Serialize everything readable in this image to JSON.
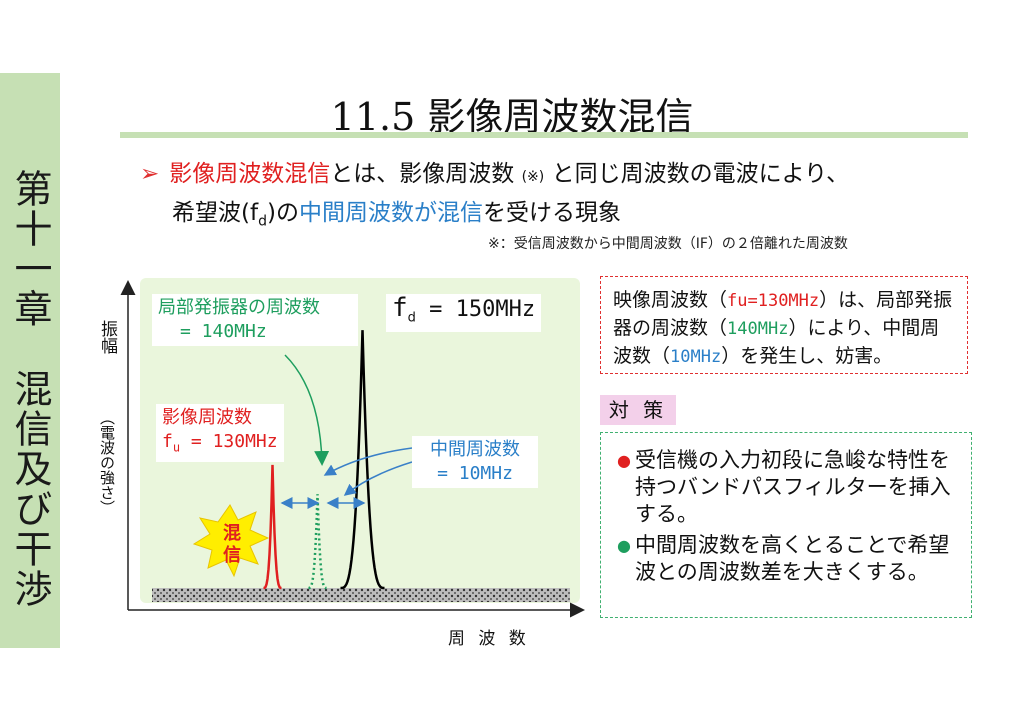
{
  "sidebar": {
    "chapter": "第十一章　混信及び干渉"
  },
  "title": "11.5  影像周波数混信",
  "bullet": {
    "part1": "影像周波数混信",
    "part2": "とは、影像周波数",
    "note_mark": "(※)",
    "part3": "と同じ周波数の電波により、",
    "line2_a": "希望波(f",
    "line2_sub": "d",
    "line2_b": ")の",
    "line2_c": "中間周波数",
    "line2_d": "が",
    "line2_e": "混信",
    "line2_f": "を受ける現象"
  },
  "footnote": "※：受信周波数から中間周波数（IF）の２倍離れた周波数",
  "chart": {
    "y_axis_main": "振幅",
    "y_axis_sub": "（電波の強さ）",
    "x_axis": "周 波 数",
    "lo_label_1": "局部発振器の周波数",
    "lo_label_2": "= 140MHz",
    "fd_label_f": "f",
    "fd_label_sub": "d",
    "fd_label_val": " = 150MHz",
    "image_label_1": "影像周波数",
    "image_label_f": "f",
    "image_label_sub": "u",
    "image_label_val": " = 130MHz",
    "if_label_1": "中間周波数",
    "if_label_2": "= 10MHz",
    "konshin_1": "混",
    "konshin_2": "信"
  },
  "chart_data": {
    "type": "line",
    "xlabel": "周 波 数",
    "ylabel": "振幅（電波の強さ）",
    "series": [
      {
        "name": "影像周波数 fu = 130MHz",
        "x": 130,
        "peak": 0.42,
        "color": "#e02020"
      },
      {
        "name": "局部発振器の周波数 = 140MHz",
        "x": 140,
        "peak": 0.32,
        "color": "#1e9e5e"
      },
      {
        "name": "fd = 150MHz",
        "x": 150,
        "peak": 0.88,
        "color": "#000000"
      }
    ]
  },
  "desc": {
    "a": "映像周波数（",
    "fu": "fu=130MHz",
    "b": "）は、局部発振器の周波数（",
    "lo": "140MHz",
    "c": "）により、中間周波数（",
    "if": "10MHz",
    "d": "）を発生し、妨害。"
  },
  "taisaku": "対 策",
  "countermeasures": [
    {
      "text": "受信機の入力初段に急峻な特性を持つバンドパスフィルターを挿入する。",
      "color": "#e02020"
    },
    {
      "text": "中間周波数を高くとることで希望波との周波数差を大きくする。",
      "color": "#1e9e5e"
    }
  ]
}
